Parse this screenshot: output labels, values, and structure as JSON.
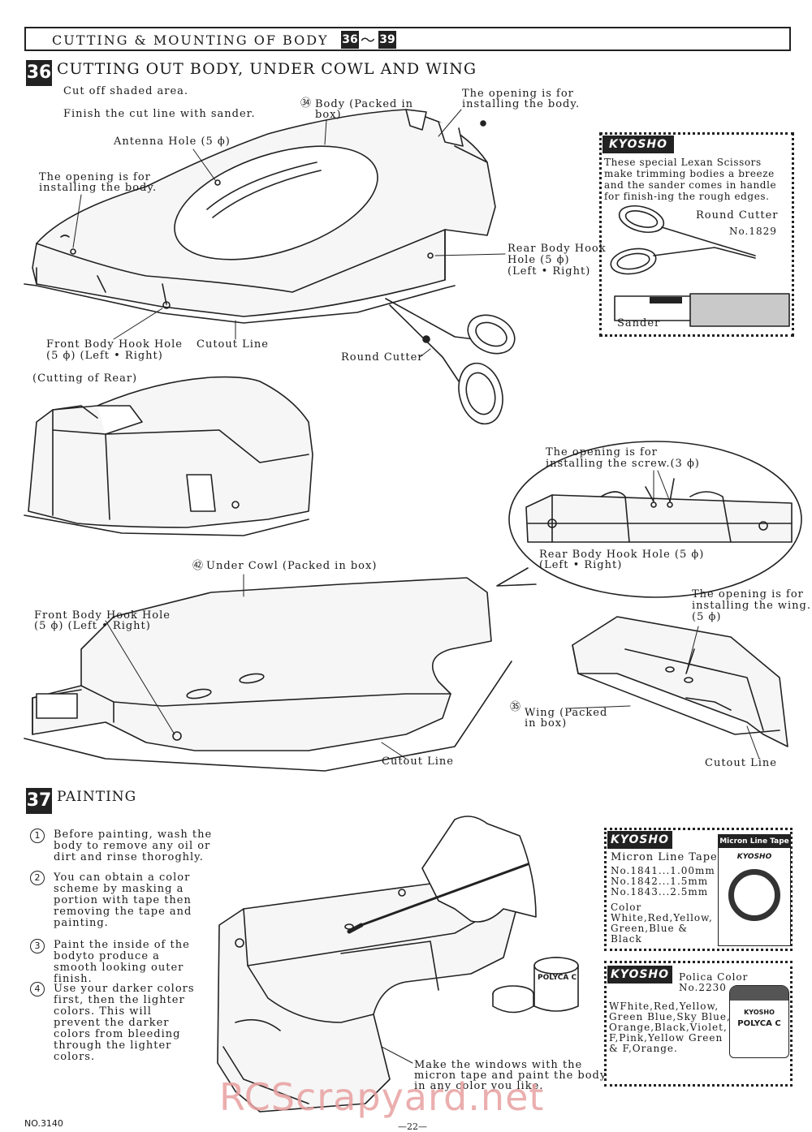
{
  "header": {
    "title": "CUTTING & MOUNTING OF BODY",
    "step_a": "36",
    "tilde": "〜",
    "step_b": "39"
  },
  "s36": {
    "num": "36",
    "title": "CUTTING OUT BODY, UNDER COWL AND WING",
    "cut_off": "Cut off shaded area.",
    "finish": "Finish the cut line with sander.",
    "body_num": "㉞",
    "body_packed_1": "Body (Packed in",
    "body_packed_2": "box)",
    "opening_body_r1": "The opening is for",
    "opening_body_r2": "installing the body.",
    "antenna": "Antenna Hole (5 ϕ)",
    "opening_body_l1": "The opening is for",
    "opening_body_l2": "installing the body.",
    "rear_hook_1": "Rear Body Hook",
    "rear_hook_2": "Hole (5 ϕ)",
    "rear_hook_3": "(Left • Right)",
    "front_hook_1": "Front Body Hook Hole",
    "front_hook_2": "(5 ϕ) (Left • Right)",
    "cutout_line": "Cutout Line",
    "round_cutter": "Round Cutter",
    "cutting_rear": "(Cutting of Rear)",
    "screw_1": "The opening is for",
    "screw_2": "installing the screw.(3 ϕ)",
    "rear_hook_b1": "Rear Body Hook Hole (5 ϕ)",
    "rear_hook_b2": "(Left • Right)",
    "under_cowl_num": "㊷",
    "under_cowl": "Under Cowl (Packed in box)",
    "front_hook_b1": "Front Body Hook Hole",
    "front_hook_b2": "(5 ϕ) (Left • Right)",
    "wing_open_1": "The opening is for",
    "wing_open_2": "installing the wing.",
    "wing_open_3": "(5 ϕ)",
    "wing_num": "㉟",
    "wing_1": "Wing (Packed",
    "wing_2": "in box)",
    "cutout_line_b": "Cutout Line",
    "cutout_line_c": "Cutout Line"
  },
  "promo1": {
    "brand": "KYOSHO",
    "text": "These special Lexan Scissors make trimming bodies a breeze and the sander comes in handle for finish-ing the rough edges.",
    "cutter": "Round Cutter",
    "cutter_no": "No.1829",
    "sander": "Sander"
  },
  "s37": {
    "num": "37",
    "title": "PAINTING",
    "steps": [
      {
        "n": "1",
        "text": "Before painting, wash the body to remove any oil or dirt and rinse thoroghly."
      },
      {
        "n": "2",
        "text": "You can obtain a color scheme by masking a portion with tape then removing the tape and painting."
      },
      {
        "n": "3",
        "text": "Paint the inside of the bodyto produce a smooth looking outer finish."
      },
      {
        "n": "4",
        "text": "Use your darker colors first, then the lighter colors. This will prevent the darker colors from bleeding through the lighter colors."
      }
    ],
    "windows_1": "Make the windows with the",
    "windows_2": "micron tape and paint the body",
    "windows_3": "in any color you like."
  },
  "promo2": {
    "brand": "KYOSHO",
    "name": "Micron Line Tape",
    "items": [
      "No.1841...1.00mm",
      "No.1842...1.5mm",
      "No.1843...2.5mm"
    ],
    "color_label": "Color",
    "colors_1": "White,Red,Yellow,",
    "colors_2": "Green,Blue &",
    "colors_3": "Black",
    "pkg_label": "Micron Line Tape",
    "pkg_brand": "KYOSHO"
  },
  "promo3": {
    "brand": "KYOSHO",
    "name_1": "Polica Color",
    "name_2": "No.2230",
    "colors_1": "WFhite,Red,Yellow,",
    "colors_2": "Green Blue,Sky Blue,",
    "colors_3": "Orange,Black,Violet,",
    "colors_4": "F,Pink,Yellow Green",
    "colors_5": "& F,Orange.",
    "jar_brand": "KYOSHO",
    "jar_label": "POLYCA C"
  },
  "footer": {
    "code": "NO.3140",
    "page": "—22—"
  },
  "watermark": "RCScrapyard.net",
  "jar_small": "POLYCA C"
}
